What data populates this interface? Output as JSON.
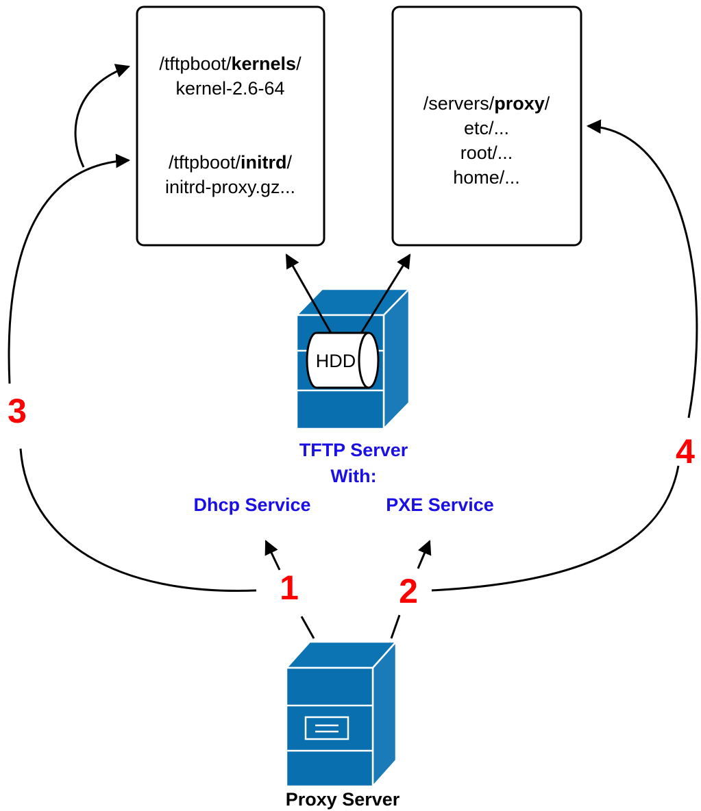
{
  "boot_box": {
    "kernel_dir_prefix": "/tftpboot/",
    "kernel_dir_name": "kernels",
    "kernel_dir_suffix": "/",
    "kernel_file": "kernel-2.6-64",
    "initrd_dir_prefix": "/tftpboot/",
    "initrd_dir_name": "initrd",
    "initrd_dir_suffix": "/",
    "initrd_file": "initrd-proxy.gz..."
  },
  "root_box": {
    "dir_prefix": "/servers/",
    "dir_name": "proxy",
    "dir_suffix": "/",
    "lines": [
      "etc/...",
      "root/...",
      "home/..."
    ]
  },
  "tftp_server": {
    "disk_label": "HDD",
    "title": "TFTP Server",
    "subtitle": "With:",
    "services": {
      "dhcp": "Dhcp Service",
      "pxe": "PXE Service"
    }
  },
  "proxy_server": {
    "label": "Proxy Server"
  },
  "steps": [
    "1",
    "2",
    "3",
    "4"
  ],
  "colors": {
    "step_numbers": "#ff0000",
    "service_labels": "#1a0fe6",
    "server_body": "#0a6fae"
  },
  "icons": [
    "tftp-server-icon",
    "hdd-icon",
    "proxy-server-icon"
  ]
}
